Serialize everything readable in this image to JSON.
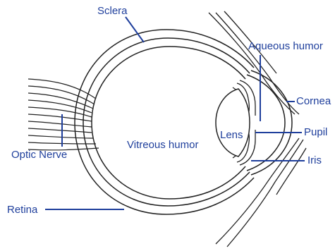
{
  "labels": {
    "sclera": "Sclera",
    "aqueous_humor": "Aqueous humor",
    "cornea": "Cornea",
    "lens": "Lens",
    "pupil": "Pupil",
    "iris": "Iris",
    "vitreous_humor": "Vitreous humor",
    "optic_nerve": "Optic Nerve",
    "retina": "Retina"
  },
  "colors": {
    "outline": "#222222",
    "leader": "#1f3f9c",
    "text": "#1f3f9c",
    "background": "#ffffff"
  }
}
